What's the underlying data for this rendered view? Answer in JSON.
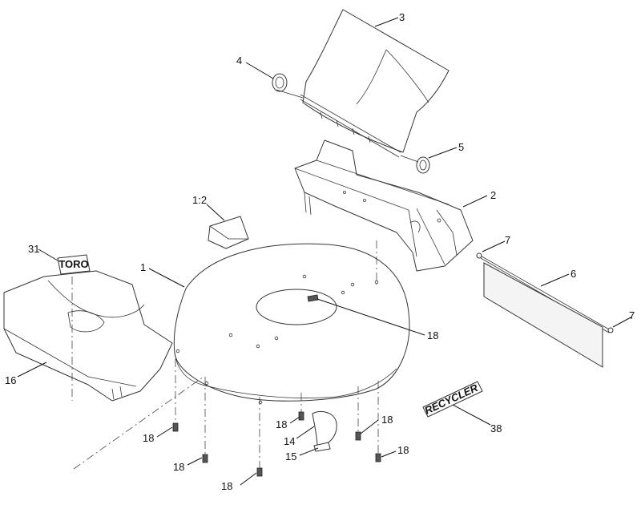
{
  "callouts": [
    {
      "id": "c-3",
      "text": "3"
    },
    {
      "id": "c-4",
      "text": "4"
    },
    {
      "id": "c-5",
      "text": "5"
    },
    {
      "id": "c-2",
      "text": "2"
    },
    {
      "id": "c-1-2",
      "text": "1:2"
    },
    {
      "id": "c-7a",
      "text": "7"
    },
    {
      "id": "c-6",
      "text": "6"
    },
    {
      "id": "c-7b",
      "text": "7"
    },
    {
      "id": "c-31",
      "text": "31"
    },
    {
      "id": "c-1",
      "text": "1"
    },
    {
      "id": "c-18a",
      "text": "18"
    },
    {
      "id": "c-16",
      "text": "16"
    },
    {
      "id": "c-38",
      "text": "38"
    },
    {
      "id": "c-18b",
      "text": "18"
    },
    {
      "id": "c-18c",
      "text": "18"
    },
    {
      "id": "c-14",
      "text": "14"
    },
    {
      "id": "c-18d",
      "text": "18"
    },
    {
      "id": "c-15",
      "text": "15"
    },
    {
      "id": "c-18e",
      "text": "18"
    },
    {
      "id": "c-18f",
      "text": "18"
    },
    {
      "id": "c-18g",
      "text": "18"
    }
  ],
  "decals": {
    "toro_logo": "TORO",
    "recycler_decal": "RECYCLER"
  }
}
